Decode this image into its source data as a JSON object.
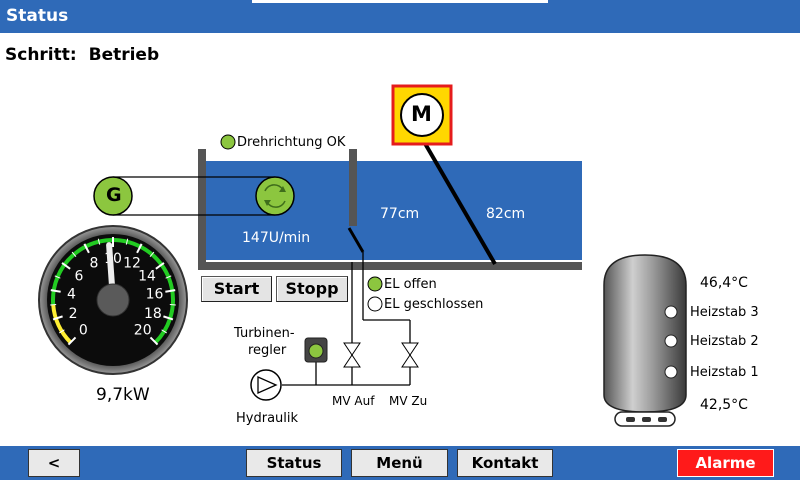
{
  "header": {
    "title": "Status"
  },
  "step": {
    "label": "Schritt:",
    "value": "Betrieb"
  },
  "generator": {
    "letter": "G"
  },
  "motor": {
    "letter": "M"
  },
  "turbine": {
    "direction_label": "Drehrichtung OK",
    "speed": "147U/min"
  },
  "levels": {
    "left": "77cm",
    "right": "82cm"
  },
  "controls": {
    "start": "Start",
    "stop": "Stopp"
  },
  "valves": {
    "el_open": "EL offen",
    "el_closed": "EL geschlossen",
    "mv_up": "MV Auf",
    "mv_close": "MV Zu"
  },
  "hydraulics": {
    "regler_line1": "Turbinen-",
    "regler_line2": "regler",
    "hydraulik": "Hydraulik"
  },
  "gauge": {
    "ticks": [
      "0",
      "2",
      "4",
      "6",
      "8",
      "10",
      "12",
      "14",
      "16",
      "18",
      "20"
    ],
    "value": 9.7,
    "max": 20,
    "readout": "9,7kW"
  },
  "tank": {
    "temp_top": "46,4°C",
    "temp_bottom": "42,5°C",
    "heaters": [
      "Heizstab 3",
      "Heizstab 2",
      "Heizstab 1"
    ]
  },
  "footer": {
    "back": "<",
    "status": "Status",
    "menu": "Menü",
    "contact": "Kontakt",
    "alarms": "Alarme"
  },
  "colors": {
    "bar": "#2f6ab8",
    "water": "#2f6ab8",
    "indicator_green": "#8cc63f",
    "alarm": "#ff1a1a",
    "motor_fill": "#ffd700",
    "motor_border": "#e51c1c"
  }
}
